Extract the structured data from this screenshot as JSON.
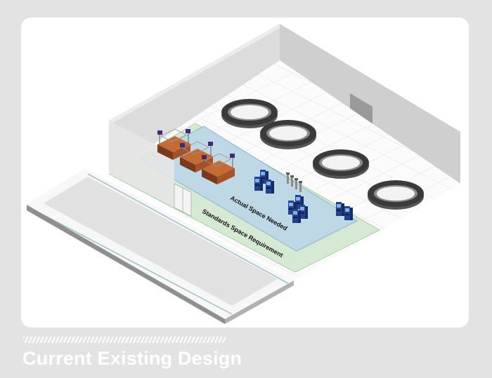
{
  "caption": "Current Existing Design",
  "zones": {
    "actual": "Actual Space Needed",
    "standards": "Standards Space Requirement"
  },
  "colors": {
    "background": "#e3e3e3",
    "panel": "#ffffff",
    "wall": "#d6d6d6",
    "floor": "#fbfbfb",
    "standards_zone": "#c9e3c6",
    "actual_zone": "#b9d3ea",
    "kiosk": "#23418f",
    "counter": "#a9562b"
  },
  "icons": [
    "belt-carousel",
    "check-in-counter",
    "kiosk",
    "security-pole",
    "double-door"
  ]
}
